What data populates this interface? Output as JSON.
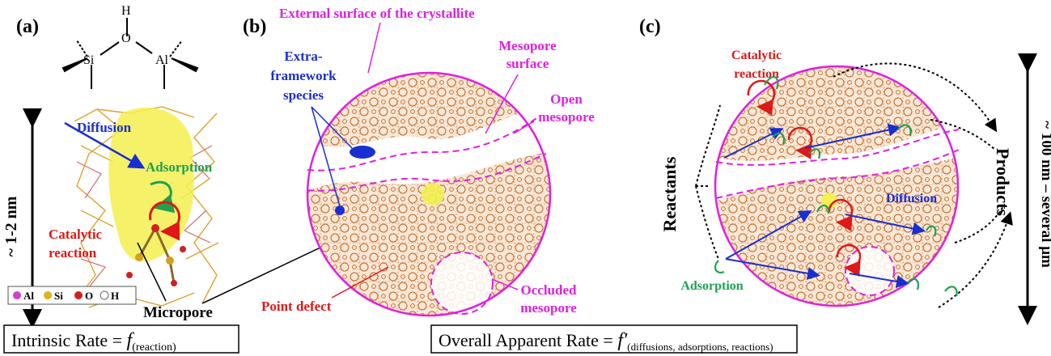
{
  "panels": {
    "a": {
      "letter": "(a)",
      "atoms": {
        "h": "H",
        "o": "O",
        "si": "Si",
        "al": "Al"
      },
      "scale": "~ 1-2 nm",
      "diffusion": "Diffusion",
      "adsorption": "Adsorption",
      "reaction_line1": "Catalytic",
      "reaction_line2": "reaction",
      "legend": {
        "al": "Al",
        "si": "Si",
        "o": "O",
        "h": "H"
      },
      "micropore": "Micropore",
      "rate": {
        "prefix": "Intrinsic Rate = ",
        "f": "f",
        "sub": "(reaction)"
      }
    },
    "b": {
      "letter": "(b)",
      "external_surface": "External surface of the crystallite",
      "mesopore_surface_line1": "Mesopore",
      "mesopore_surface_line2": "surface",
      "open_mesopore_line1": "Open",
      "open_mesopore_line2": "mesopore",
      "extra_line1": "Extra-",
      "extra_line2": "framework",
      "extra_line3": "species",
      "point_defect": "Point defect",
      "occluded_line1": "Occluded",
      "occluded_line2": "mesopore"
    },
    "c": {
      "letter": "(c)",
      "reaction_line1": "Catalytic",
      "reaction_line2": "reaction",
      "reactants": "Reactants",
      "products": "Products",
      "diffusion": "Diffusion",
      "adsorption": "Adsorption",
      "scale": "~ 100 nm – several μm",
      "rate": {
        "prefix": "Overall Apparent Rate = ",
        "f": "f′",
        "sub": "(diffusions, adsorptions, reactions)"
      }
    }
  },
  "colors": {
    "magenta": "#e020e0",
    "blue": "#1a2fd0",
    "green": "#1fa050",
    "red": "#e01818",
    "framework": "#b8651e",
    "pore_yellow": "#f3f050"
  }
}
